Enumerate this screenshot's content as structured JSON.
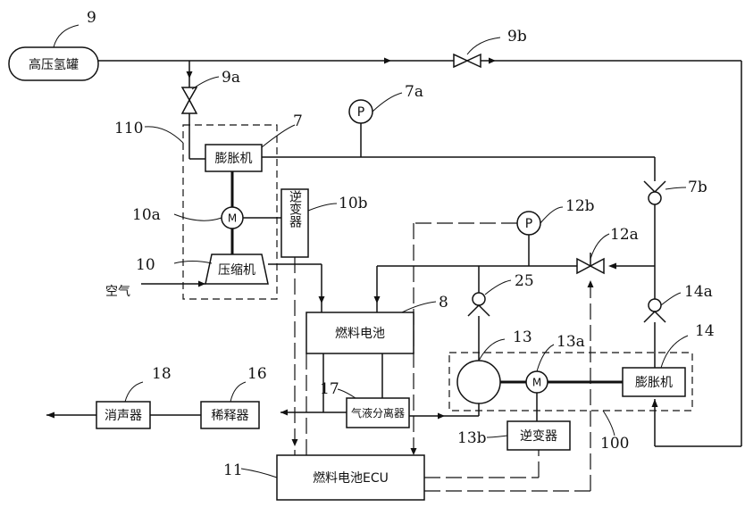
{
  "components": {
    "hp_tank": "高压氢罐",
    "expander_top": "膨胀机",
    "motor_top": "M",
    "inverter_top": "逆变器",
    "compressor": "压缩机",
    "air": "空气",
    "fuel_cell": "燃料电池",
    "gas_liquid_separator": "气液分离器",
    "diluter": "稀释器",
    "muffler": "消声器",
    "fc_ecu": "燃料电池ECU",
    "motor_bottom": "M",
    "expander_bottom": "膨胀机",
    "inverter_bottom": "逆变器",
    "pressure_sensor": "P"
  },
  "labels": {
    "n9": "9",
    "n9a": "9a",
    "n9b": "9b",
    "n7": "7",
    "n7a": "7a",
    "n7b": "7b",
    "n110": "110",
    "n10": "10",
    "n10a": "10a",
    "n10b": "10b",
    "n8": "8",
    "n11": "11",
    "n12a": "12a",
    "n12b": "12b",
    "n13": "13",
    "n13a": "13a",
    "n13b": "13b",
    "n14": "14",
    "n14a": "14a",
    "n16": "16",
    "n17": "17",
    "n18": "18",
    "n25": "25",
    "n100": "100"
  }
}
